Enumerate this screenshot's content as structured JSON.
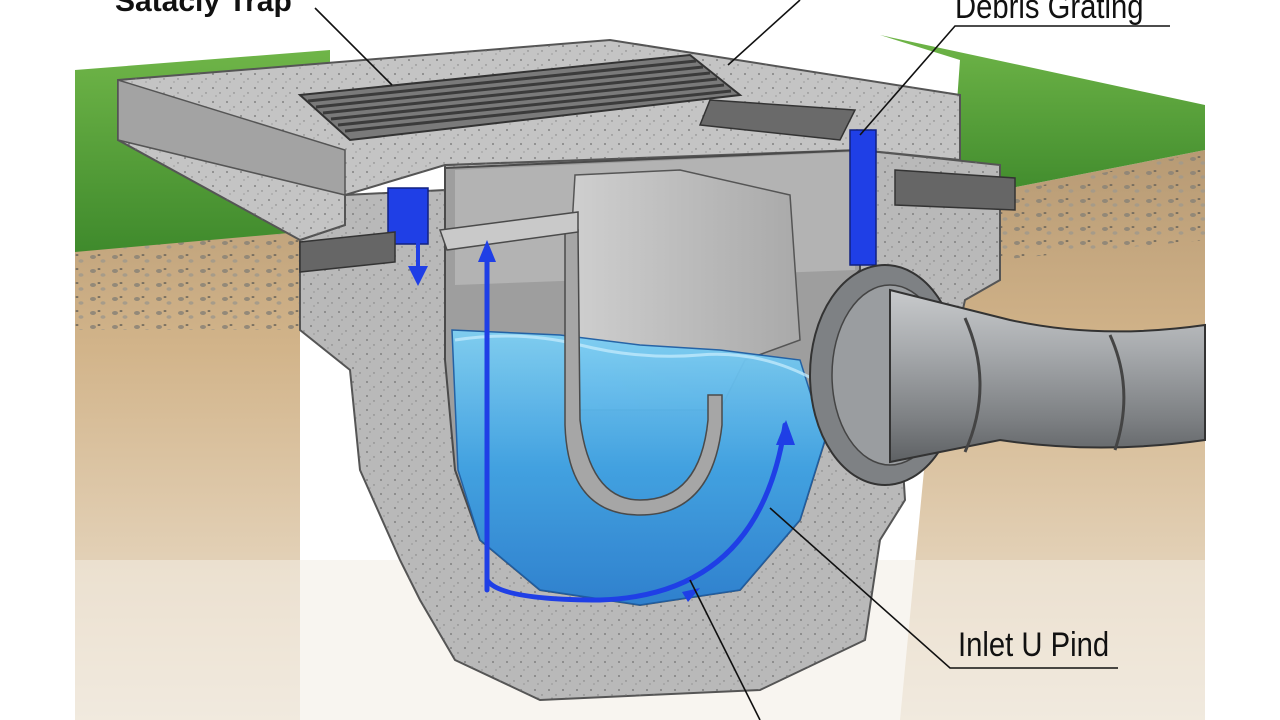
{
  "labels": {
    "safety_trap": "Satacly Trap",
    "debris_grating": "Debris Grating",
    "inlet_u_pind": "Inlet U Pind"
  },
  "colors": {
    "concrete": "#b9b9b9",
    "concrete_dark": "#8c8c8c",
    "water": "#5fb4ea",
    "water_deep": "#2f8fd8",
    "flow_arrow": "#1f3fe6",
    "grass": "#5fa73c",
    "soil": "#c9a77a",
    "pipe": "#8e9194"
  }
}
